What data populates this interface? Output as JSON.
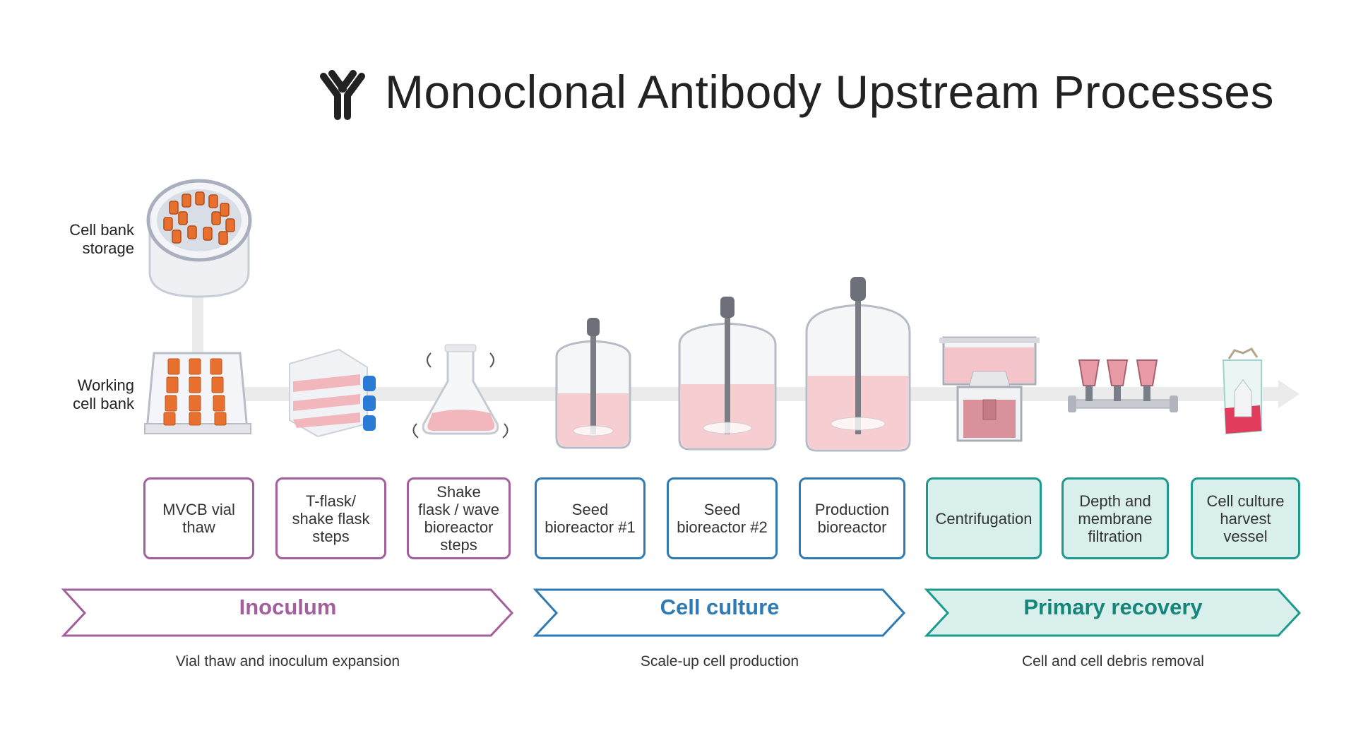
{
  "title": "Monoclonal Antibody Upstream Processes",
  "side_labels": {
    "cell_bank_storage": "Cell bank\nstorage",
    "working_cell_bank": "Working\ncell bank"
  },
  "steps": [
    {
      "label": "MVCB vial\nthaw",
      "phase": "inoculum"
    },
    {
      "label": "T-flask/\nshake flask\nsteps",
      "phase": "inoculum"
    },
    {
      "label": "Shake\nflask / wave\nbioreactor\nsteps",
      "phase": "inoculum"
    },
    {
      "label": "Seed\nbioreactor #1",
      "phase": "cell_culture"
    },
    {
      "label": "Seed\nbioreactor #2",
      "phase": "cell_culture"
    },
    {
      "label": "Production\nbioreactor",
      "phase": "cell_culture"
    },
    {
      "label": "Centrifugation",
      "phase": "primary_recovery"
    },
    {
      "label": "Depth and\nmembrane\nfiltration",
      "phase": "primary_recovery"
    },
    {
      "label": "Cell culture\nharvest\nvessel",
      "phase": "primary_recovery"
    }
  ],
  "phases": {
    "inoculum": {
      "label": "Inoculum",
      "description": "Vial thaw and inoculum expansion",
      "color": "#a25f9c"
    },
    "cell_culture": {
      "label": "Cell culture",
      "description": "Scale-up cell production",
      "color": "#2e7ab5"
    },
    "primary_recovery": {
      "label": "Primary recovery",
      "description": "Cell and cell debris removal",
      "color": "#1d9a8e"
    }
  },
  "icons": [
    "antibody-icon",
    "cell-bank-storage-icon",
    "working-cell-bank-icon",
    "t-flask-icon",
    "shake-flask-icon",
    "seed-bioreactor-1-icon",
    "seed-bioreactor-2-icon",
    "production-bioreactor-icon",
    "centrifuge-icon",
    "filtration-manifold-icon",
    "harvest-bag-icon"
  ],
  "colors": {
    "media_pink": "#f2c6cc",
    "cell_orange": "#e8702f",
    "cap_blue": "#2a7bd4",
    "flow_arrow": "#e6e6e6"
  }
}
